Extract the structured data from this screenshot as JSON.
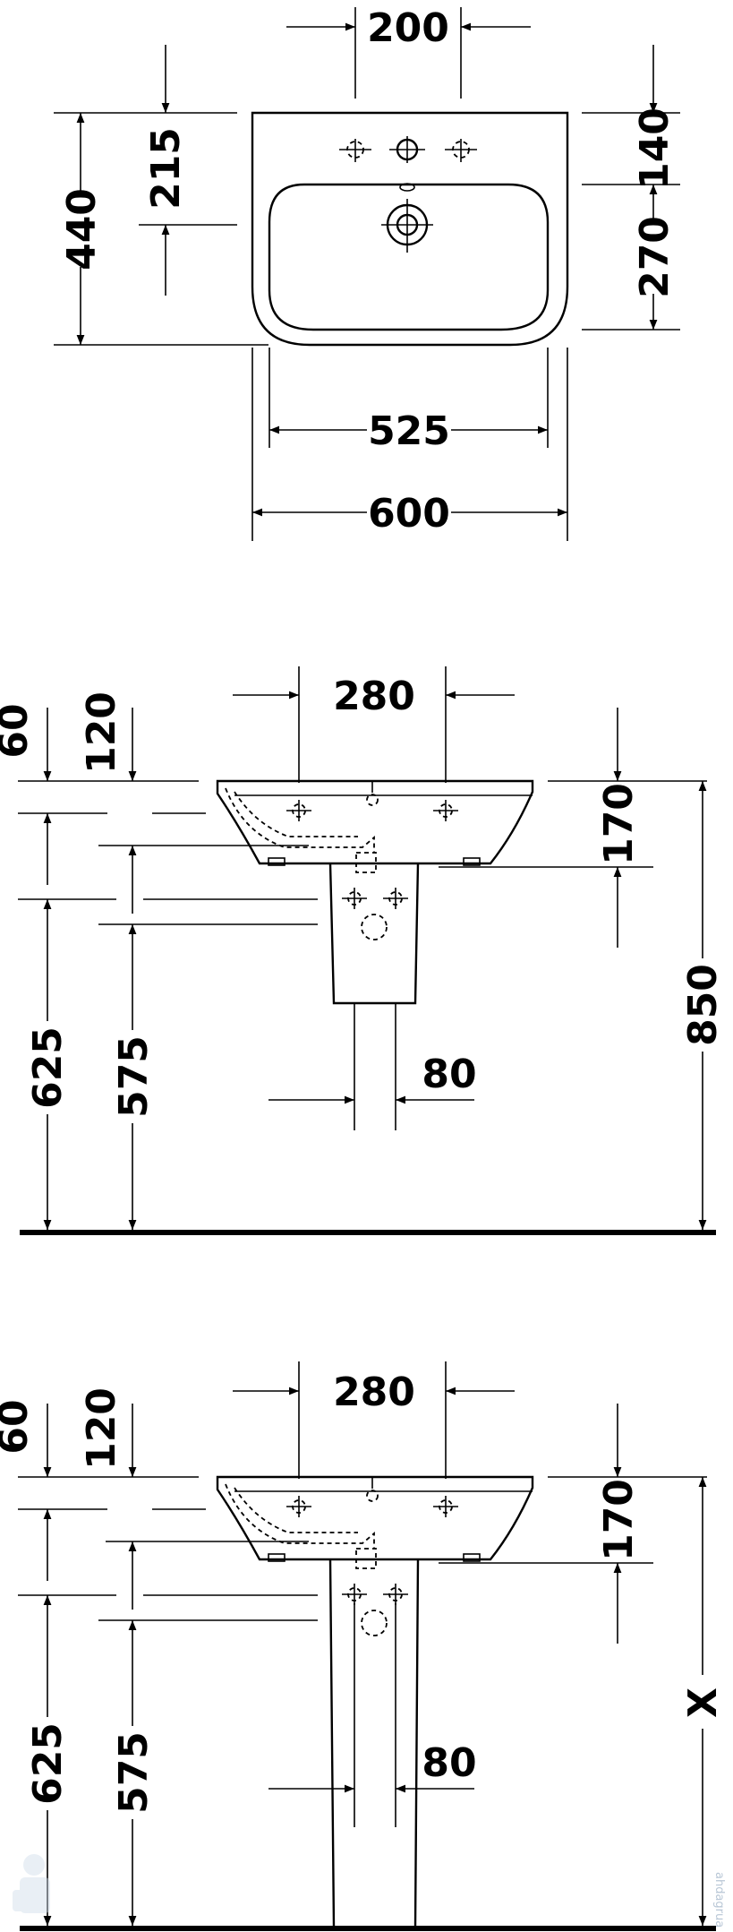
{
  "top_view": {
    "dims": {
      "tap_spacing": "200",
      "outer_depth": "440",
      "tap_to_drain": "215",
      "rim_to_tap": "140",
      "bowl_depth": "270",
      "bowl_width": "525",
      "overall_width": "600"
    }
  },
  "side_view_semi_pedestal": {
    "dims": {
      "wall_fix_spacing": "280",
      "top_offset": "60",
      "fix_offset": "120",
      "front_height": "170",
      "overall_height": "850",
      "fix_height_625": "625",
      "fix_height_575": "575",
      "pipe_width": "80"
    }
  },
  "side_view_full_pedestal": {
    "dims": {
      "wall_fix_spacing": "280",
      "top_offset": "60",
      "fix_offset": "120",
      "front_height": "170",
      "variable_height": "X",
      "fix_height_625": "625",
      "fix_height_575": "575",
      "pipe_width": "80"
    }
  },
  "watermark": "ahdagrua"
}
